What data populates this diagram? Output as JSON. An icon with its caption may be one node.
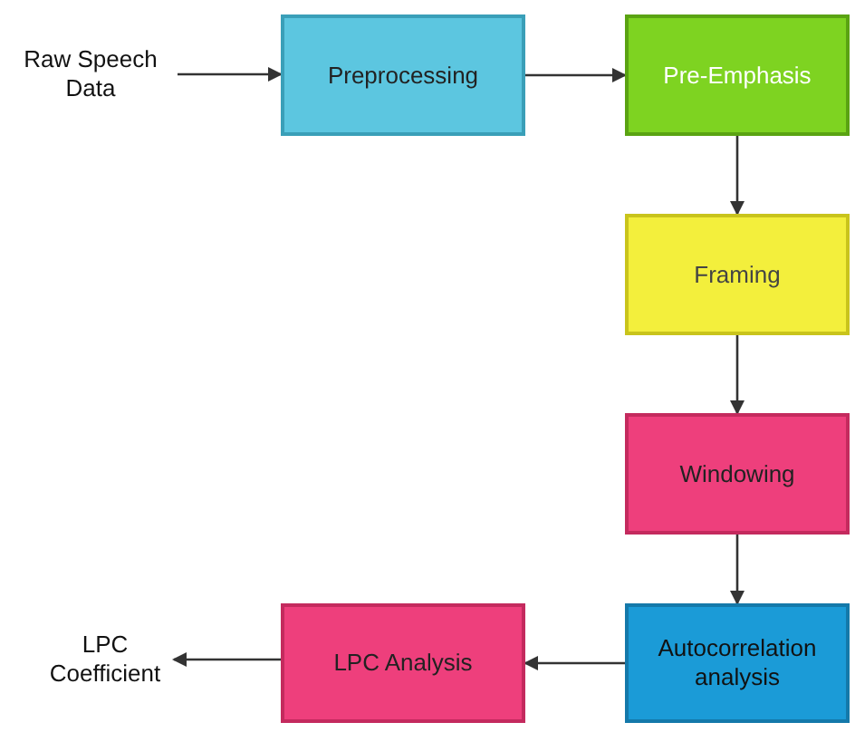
{
  "diagram": {
    "nodes": [
      {
        "text": [
          "Raw Speech Data"
        ]
      },
      {
        "text": [
          "Preprocessing"
        ]
      },
      {
        "text": [
          "Pre-Emphasis"
        ]
      },
      {
        "text": [
          "Framing"
        ]
      },
      {
        "text": [
          "Windowing"
        ]
      },
      {
        "text": [
          "Autocorrelation analysis"
        ]
      },
      {
        "text": [
          "LPC Analysis"
        ]
      },
      {
        "text": [
          "LPC Coefficient"
        ]
      }
    ],
    "edges": [
      {
        "from": 0,
        "to": 1,
        "arrow": "to"
      },
      {
        "from": 1,
        "to": 2,
        "arrow": "to"
      },
      {
        "from": 2,
        "to": 3,
        "arrow": "to"
      },
      {
        "from": 3,
        "to": 4,
        "arrow": "to"
      },
      {
        "from": 4,
        "to": 5,
        "arrow": "to"
      },
      {
        "from": 5,
        "to": 6,
        "arrow": "to"
      },
      {
        "from": 6,
        "to": 7,
        "arrow": "to"
      }
    ]
  }
}
